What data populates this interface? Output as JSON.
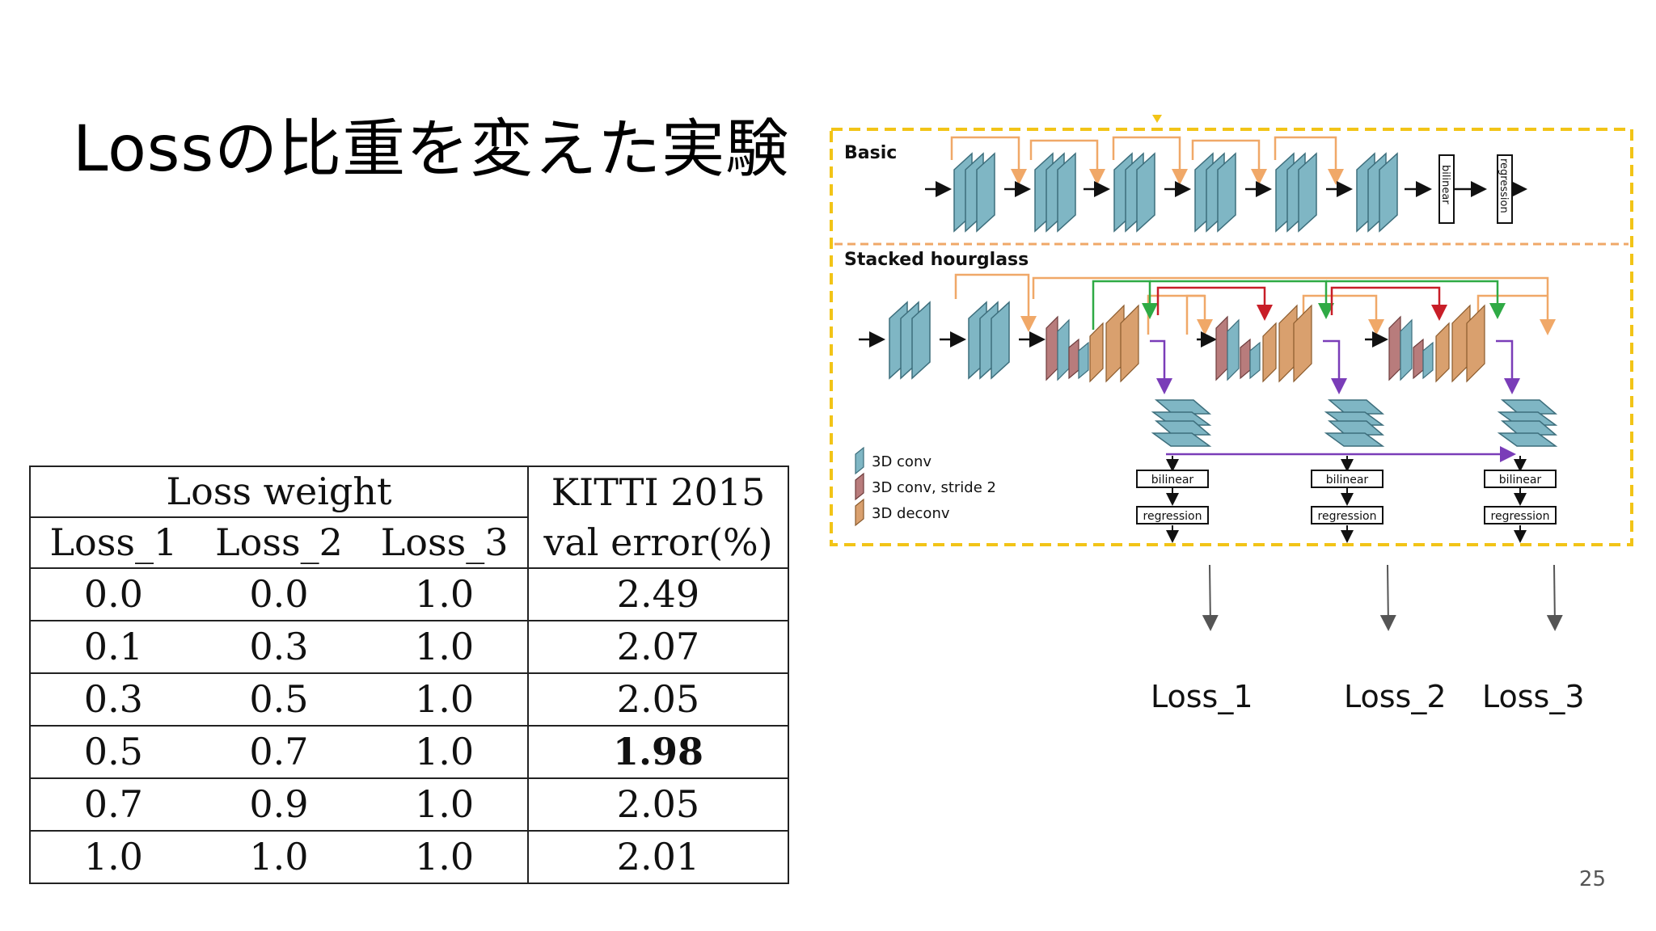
{
  "slide": {
    "title": "Lossの比重を変えた実験",
    "page_number": "25"
  },
  "table": {
    "group_header": "Loss weight",
    "metric_header_line1": "KITTI 2015",
    "metric_header_line2": "val error(%)",
    "columns": [
      "Loss_1",
      "Loss_2",
      "Loss_3"
    ],
    "rows": [
      {
        "loss1": "0.0",
        "loss2": "0.0",
        "loss3": "1.0",
        "error": "2.49"
      },
      {
        "loss1": "0.1",
        "loss2": "0.3",
        "loss3": "1.0",
        "error": "2.07"
      },
      {
        "loss1": "0.3",
        "loss2": "0.5",
        "loss3": "1.0",
        "error": "2.05"
      },
      {
        "loss1": "0.5",
        "loss2": "0.7",
        "loss3": "1.0",
        "error": "1.98"
      },
      {
        "loss1": "0.7",
        "loss2": "0.9",
        "loss3": "1.0",
        "error": "2.05"
      },
      {
        "loss1": "1.0",
        "loss2": "1.0",
        "loss3": "1.0",
        "error": "2.01"
      }
    ]
  },
  "figure": {
    "basic_label": "Basic",
    "stacked_label": "Stacked hourglass",
    "bilinear_label": "bilinear",
    "regression_label": "regression",
    "legend": [
      "3D conv",
      "3D conv, stride 2",
      "3D deconv"
    ],
    "colors": {
      "conv": "#7fb6c4",
      "conv_stride": "#b87c7c",
      "deconv": "#d9a06e",
      "frame": "#f2c417",
      "skip_orange": "#f0a868",
      "skip_green": "#2faa45",
      "skip_red": "#c81e28",
      "output_purple": "#7a3db8"
    }
  },
  "loss_outputs": [
    "Loss_1",
    "Loss_2",
    "Loss_3"
  ]
}
